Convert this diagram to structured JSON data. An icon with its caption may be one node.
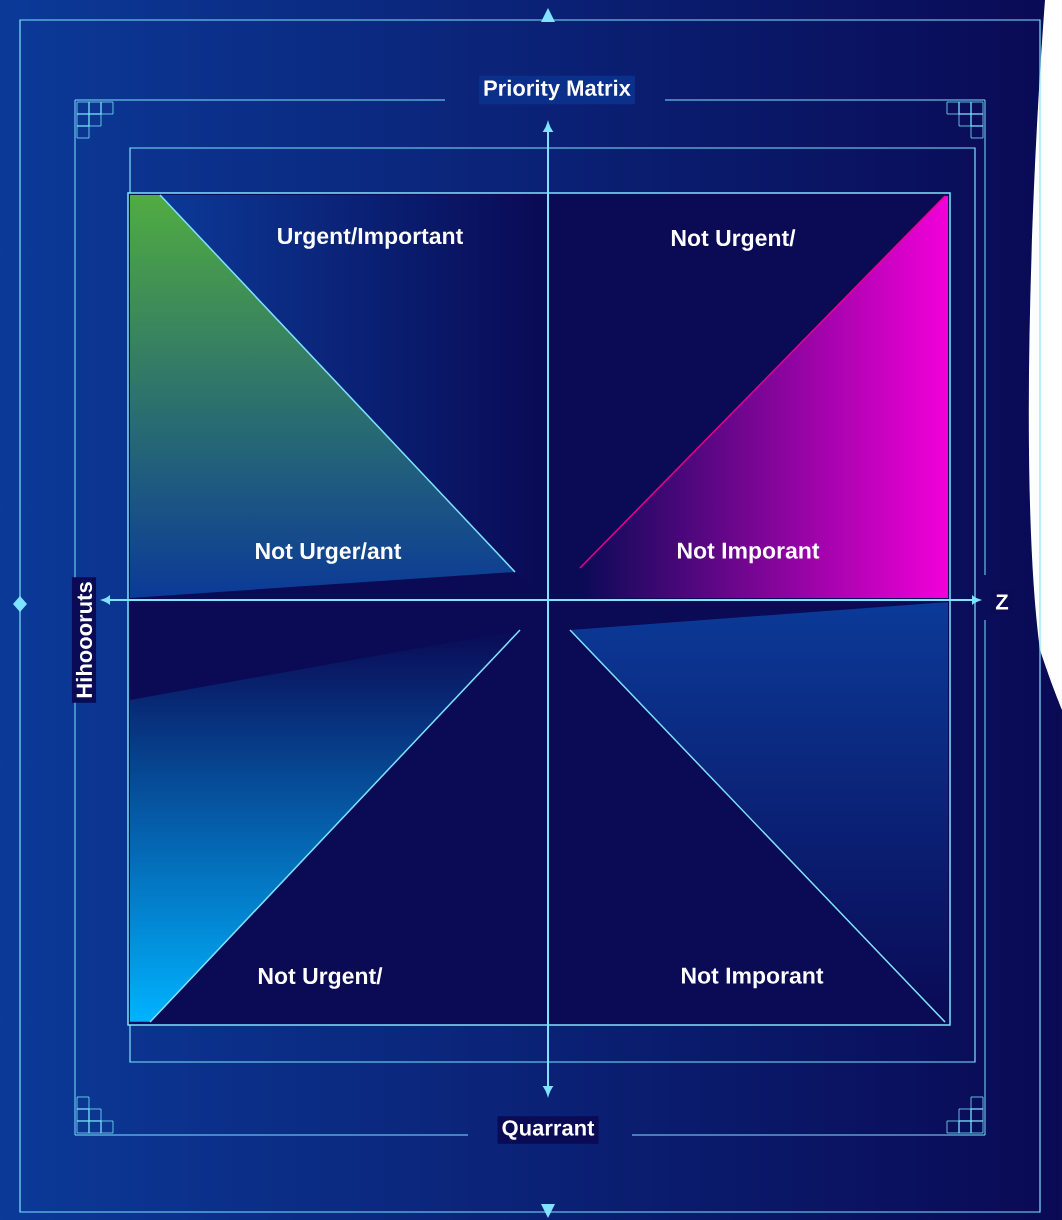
{
  "diagram": {
    "title": "Priority Matrix",
    "nodes": [
      {
        "text": [
          "Urgent/Important",
          "Not Urger/ant"
        ]
      },
      {
        "text": [
          "Not Urgent/",
          "Not Imporant"
        ]
      },
      {
        "text": [
          "Not Urgent/"
        ]
      },
      {
        "text": [
          "Not Imporant"
        ]
      }
    ],
    "labels": [
      "Hihoooruts",
      "Z",
      "Quarrant"
    ]
  }
}
